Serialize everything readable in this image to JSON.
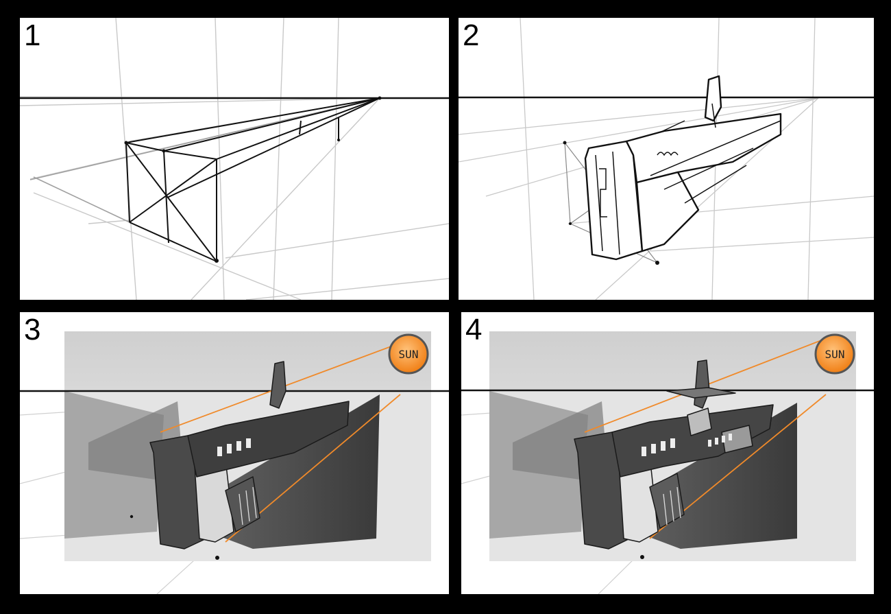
{
  "panels": [
    {
      "number": "1"
    },
    {
      "number": "2"
    },
    {
      "number": "3",
      "sun_label": "SUN"
    },
    {
      "number": "4",
      "sun_label": "SUN"
    }
  ],
  "colors": {
    "background": "#000000",
    "panel": "#ffffff",
    "horizon": "#111111",
    "light_ray": "#f08a2a",
    "sun_fill": "#f7931e",
    "shadow": "#3a3a3a"
  },
  "icons": {
    "sun": "sun-icon",
    "spaceship": "spaceship-sketch"
  }
}
